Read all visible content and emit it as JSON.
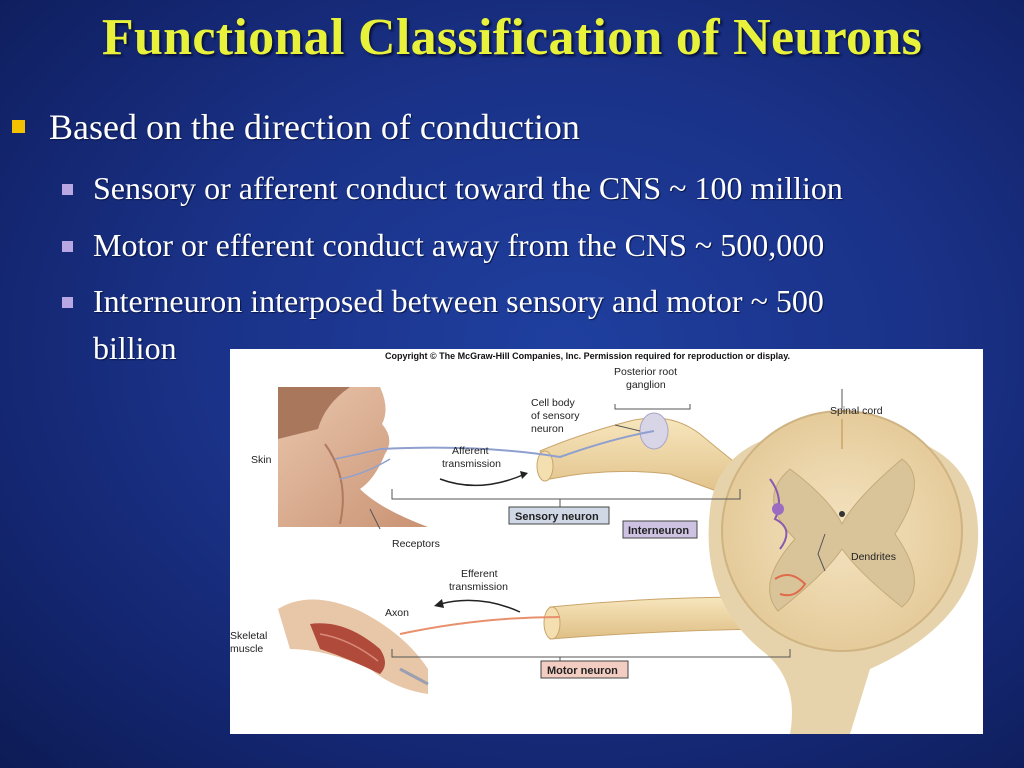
{
  "slide": {
    "title": "Functional Classification of Neurons",
    "bullets": [
      {
        "text": "Based on the direction of conduction",
        "sub": [
          "Sensory or afferent conduct toward the CNS ~ 100 million",
          "Motor or efferent conduct away from the CNS ~ 500,000",
          "Interneuron interposed between sensory and motor ~ 500",
          "billion"
        ]
      }
    ]
  },
  "figure": {
    "copyright": "Copyright © The McGraw-Hill Companies, Inc. Permission required for reproduction or display.",
    "labels": {
      "posterior_root_1": "Posterior root",
      "posterior_root_2": "ganglion",
      "cell_body_1": "Cell body",
      "cell_body_2": "of sensory",
      "cell_body_3": "neuron",
      "spinal_cord": "Spinal cord",
      "skin": "Skin",
      "afferent_1": "Afferent",
      "afferent_2": "transmission",
      "sensory_neuron": "Sensory neuron",
      "interneuron": "Interneuron",
      "dendrites": "Dendrites",
      "receptors": "Receptors",
      "efferent_1": "Efferent",
      "efferent_2": "transmission",
      "axon": "Axon",
      "skeletal_1": "Skeletal",
      "skeletal_2": "muscle",
      "motor_neuron": "Motor neuron"
    },
    "colors": {
      "sensory_box": "#d0d8e6",
      "interneuron_box": "#cec2e2",
      "motor_box": "#f3cdc1",
      "nerve": "#f0d9a4",
      "gray_matter": "#d9c49a"
    }
  }
}
